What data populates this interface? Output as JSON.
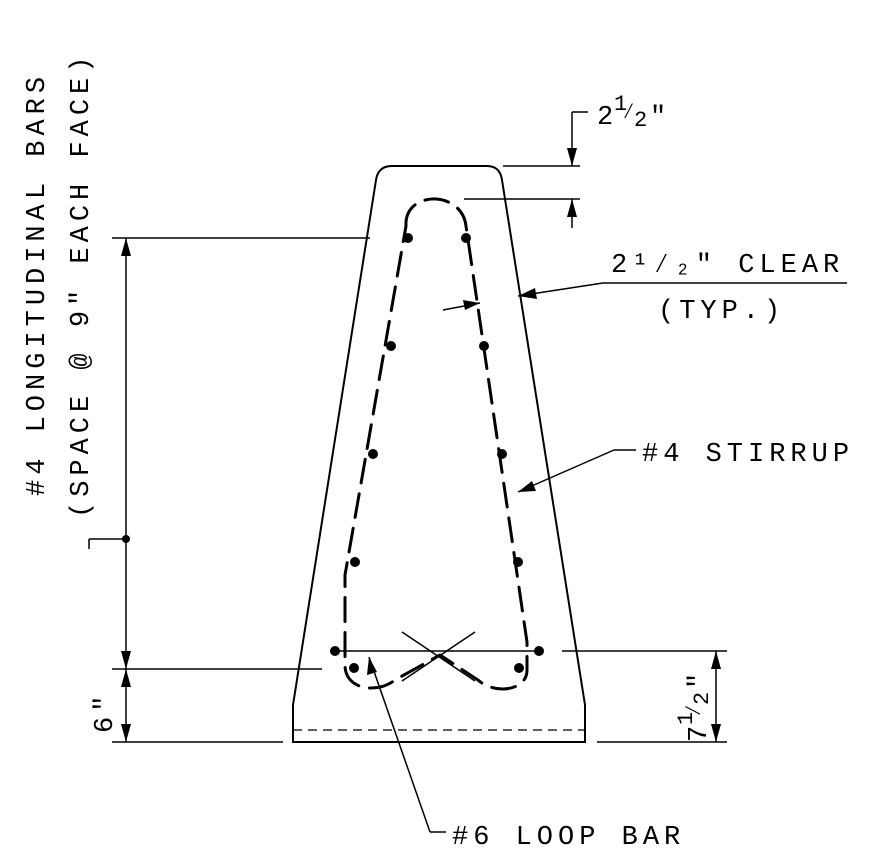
{
  "labels": {
    "longitudinal_line1": "#4 LONGITUDINAL BARS",
    "longitudinal_line2": "(SPACE @ 9\" EACH FACE)",
    "clear_line1": "2¹⁄₂\" CLEAR",
    "clear_line2": "(TYP.)",
    "stirrup": "#4 STIRRUP",
    "loop_bar": "#6 LOOP BAR"
  },
  "dimensions": {
    "top_cover": {
      "whole": "2",
      "num": "1",
      "den": "2",
      "unit": "\""
    },
    "bottom_left": "6\"",
    "bottom_right": {
      "whole": "7",
      "num": "1",
      "den": "2",
      "unit": "\""
    }
  }
}
